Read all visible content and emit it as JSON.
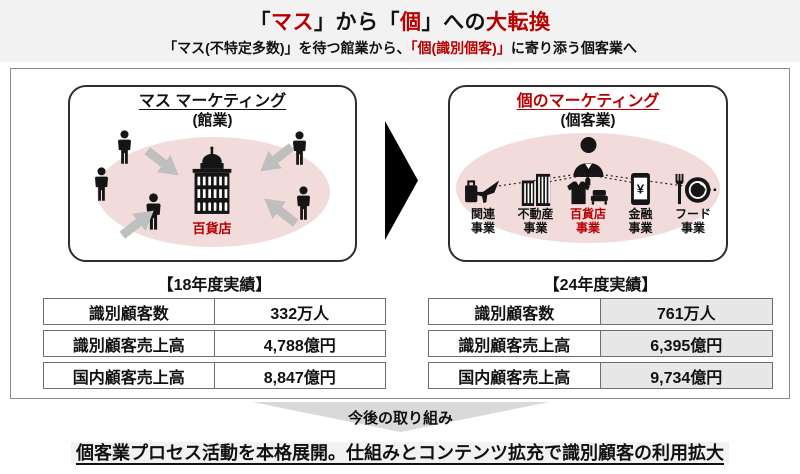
{
  "header": {
    "title_segments": [
      {
        "text": "「"
      },
      {
        "text": "マス"
      },
      {
        "text": "」から「"
      },
      {
        "text": "個"
      },
      {
        "text": "」への"
      },
      {
        "text": "大転換"
      }
    ],
    "subtitle_segments": [
      {
        "text": "「マス(不特定多数)」を待つ館業から、"
      },
      {
        "text": "「個(識別個客)」"
      },
      {
        "text": "に寄り添う個客業へ"
      }
    ]
  },
  "left_panel": {
    "title": "マス マーケティング",
    "subtitle": "(館業)",
    "center_label": "百貨店"
  },
  "right_panel": {
    "title": "個のマーケティング",
    "subtitle": "(個客業)",
    "businesses": [
      {
        "label": "関連\n事業"
      },
      {
        "label": "不動産\n事業"
      },
      {
        "label": "百貨店\n事業"
      },
      {
        "label": "金融\n事業"
      },
      {
        "label": "フード\n事業"
      }
    ],
    "ellipsis": "…"
  },
  "left_table": {
    "title": "【18年度実績】",
    "rows": [
      {
        "label": "識別顧客数",
        "value": "332万人"
      },
      {
        "label": "識別顧客売上高",
        "value": "4,788億円"
      },
      {
        "label": "国内顧客売上高",
        "value": "8,847億円"
      }
    ]
  },
  "right_table": {
    "title": "【24年度実績】",
    "rows": [
      {
        "label": "識別顧客数",
        "value": "761万人"
      },
      {
        "label": "識別顧客売上高",
        "value": "6,395億円"
      },
      {
        "label": "国内顧客売上高",
        "value": "9,734億円"
      }
    ]
  },
  "transition": {
    "label": "今後の取り組み"
  },
  "footer": {
    "statement": "個客業プロセス活動を本格展開。仕組みとコンテンツ拡充で識別顧客の利用拡大"
  },
  "icons": {
    "person-icon": "black standing person pictogram",
    "department-store-building-icon": "black department store building with dome",
    "gray-arrow-icon": "thick gray arrow pointing to building",
    "right-arrow-icon": "large solid black triangle",
    "customer-bust-icon": "black head-and-shoulders customer silhouette",
    "travel-icon": "suitcase and airplane",
    "real-estate-icon": "two office buildings",
    "department-goods-icon": "jacket, bottle and sofa",
    "finance-icon": "smartphone with yen sign",
    "food-icon": "plate with fork",
    "down-chevron-icon": "wide gray downward arrow",
    "yen_glyph": "¥"
  },
  "colors": {
    "accent_red": "#b80000",
    "ellipse_pink": "#f2dcdb",
    "arrow_gray": "#bfbfbf",
    "header_bg": "#f2f2f2",
    "value_cell_gray": "#e7e7e7"
  }
}
